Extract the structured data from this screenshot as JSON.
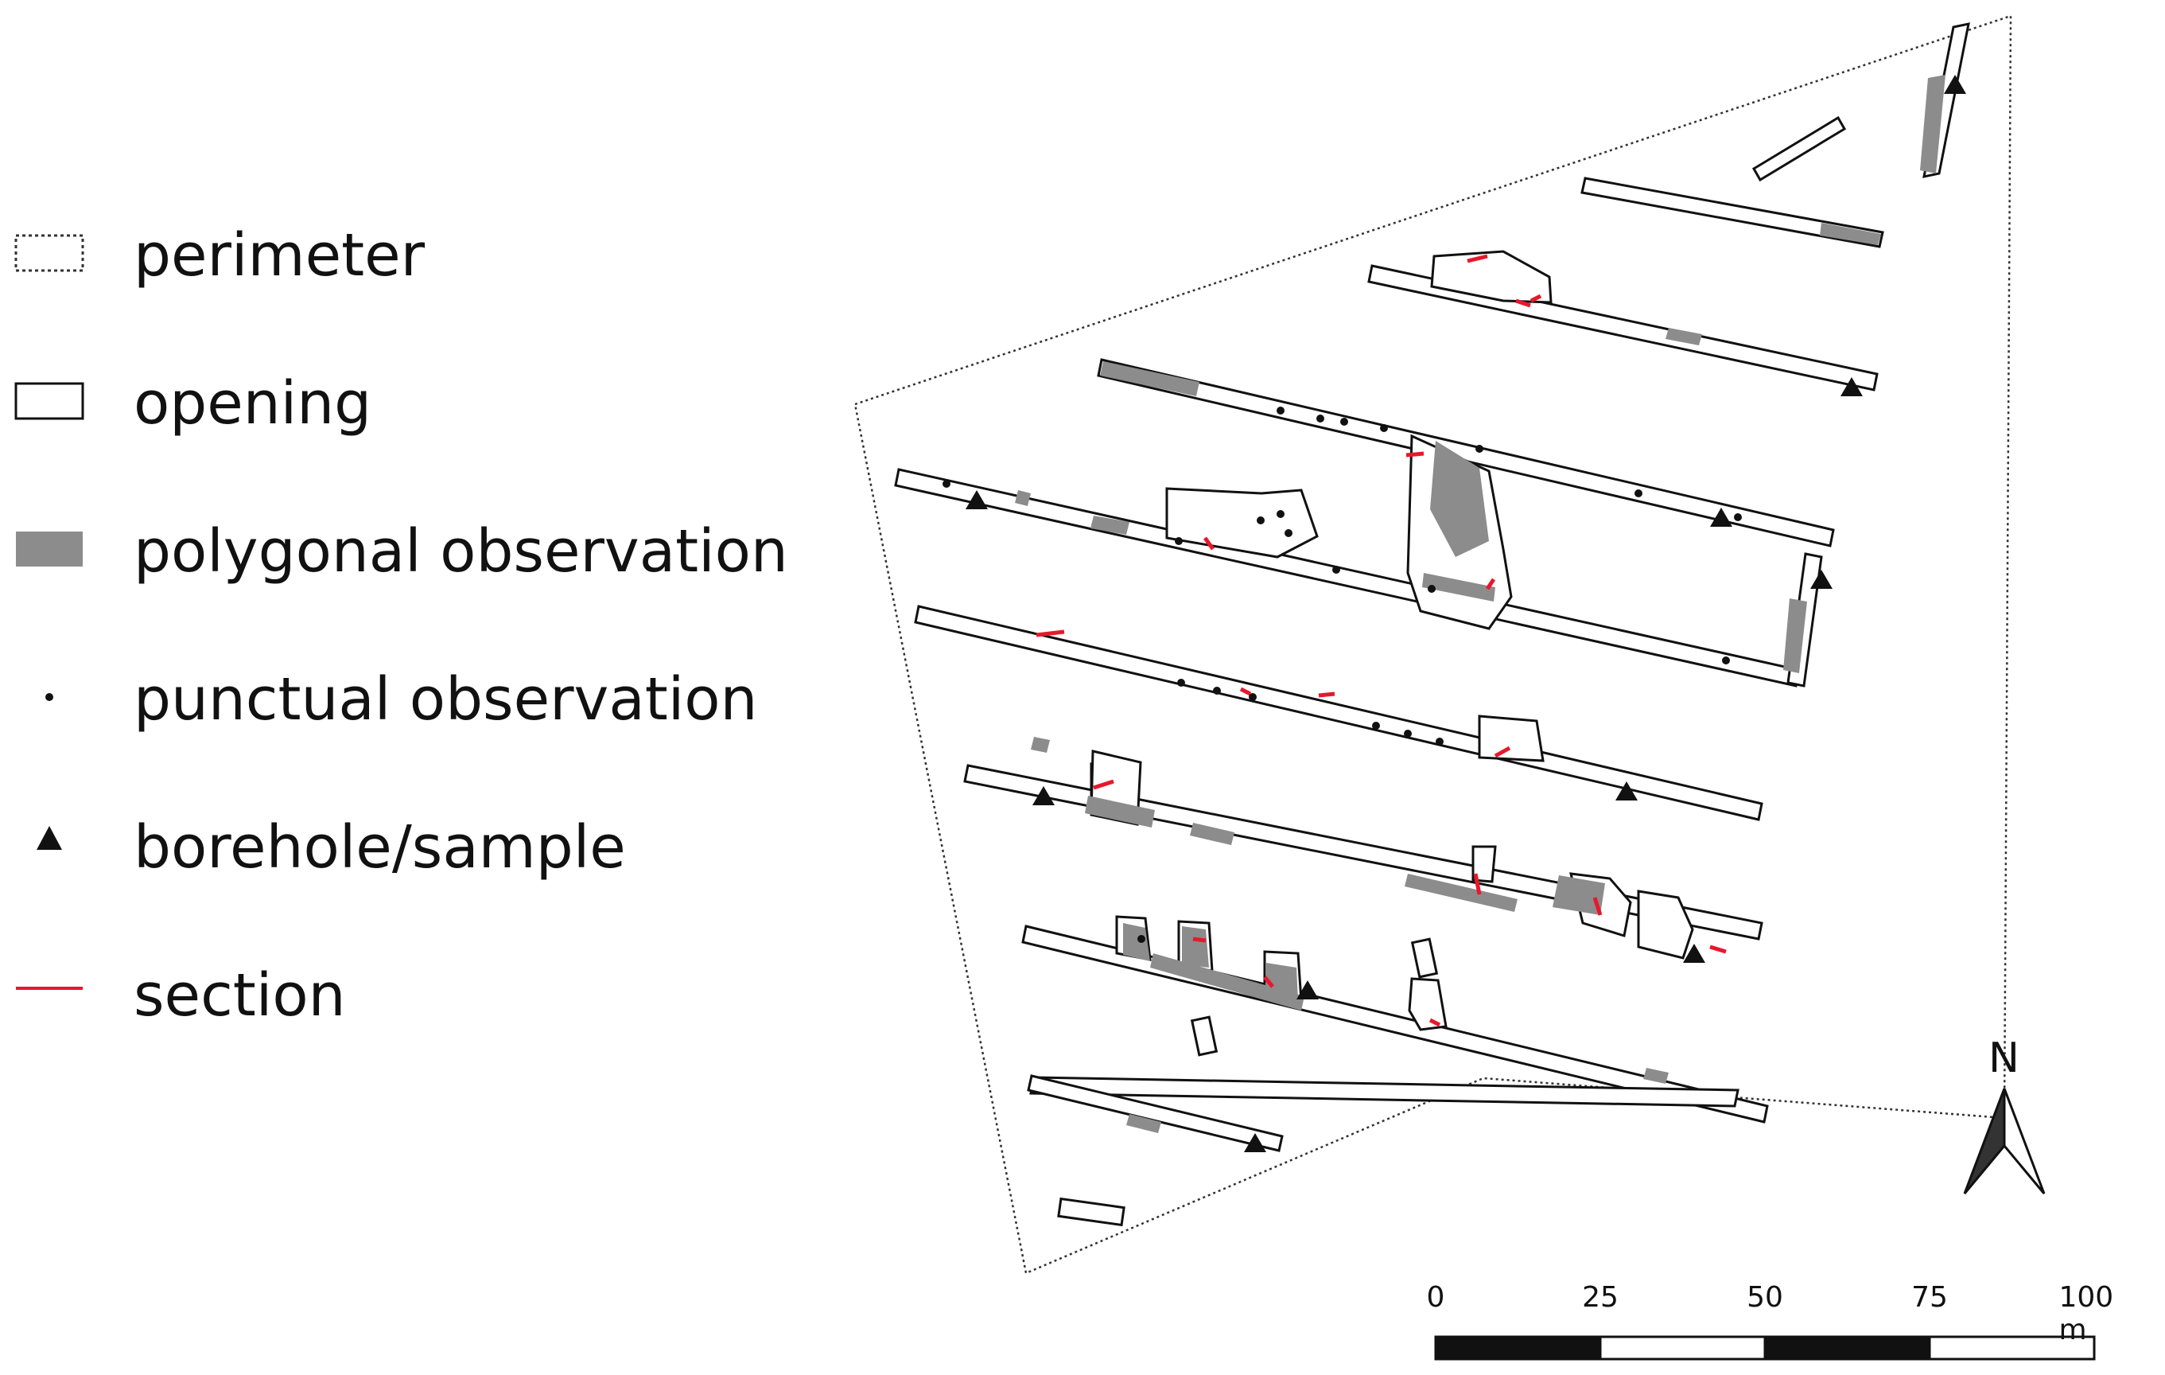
{
  "legend": {
    "items": [
      {
        "key": "perimeter",
        "label": "perimeter"
      },
      {
        "key": "opening",
        "label": "opening"
      },
      {
        "key": "polygonal",
        "label": "polygonal observation"
      },
      {
        "key": "punctual",
        "label": "punctual observation"
      },
      {
        "key": "borehole",
        "label": "borehole/sample"
      },
      {
        "key": "section",
        "label": "section"
      }
    ]
  },
  "north_arrow": {
    "label": "N"
  },
  "scale_bar": {
    "ticks": [
      "0",
      "25",
      "50",
      "75",
      "100 m"
    ]
  },
  "colors": {
    "polygon_fill": "#8c8c8c",
    "section_line": "#e8182c",
    "outline": "#111111"
  }
}
